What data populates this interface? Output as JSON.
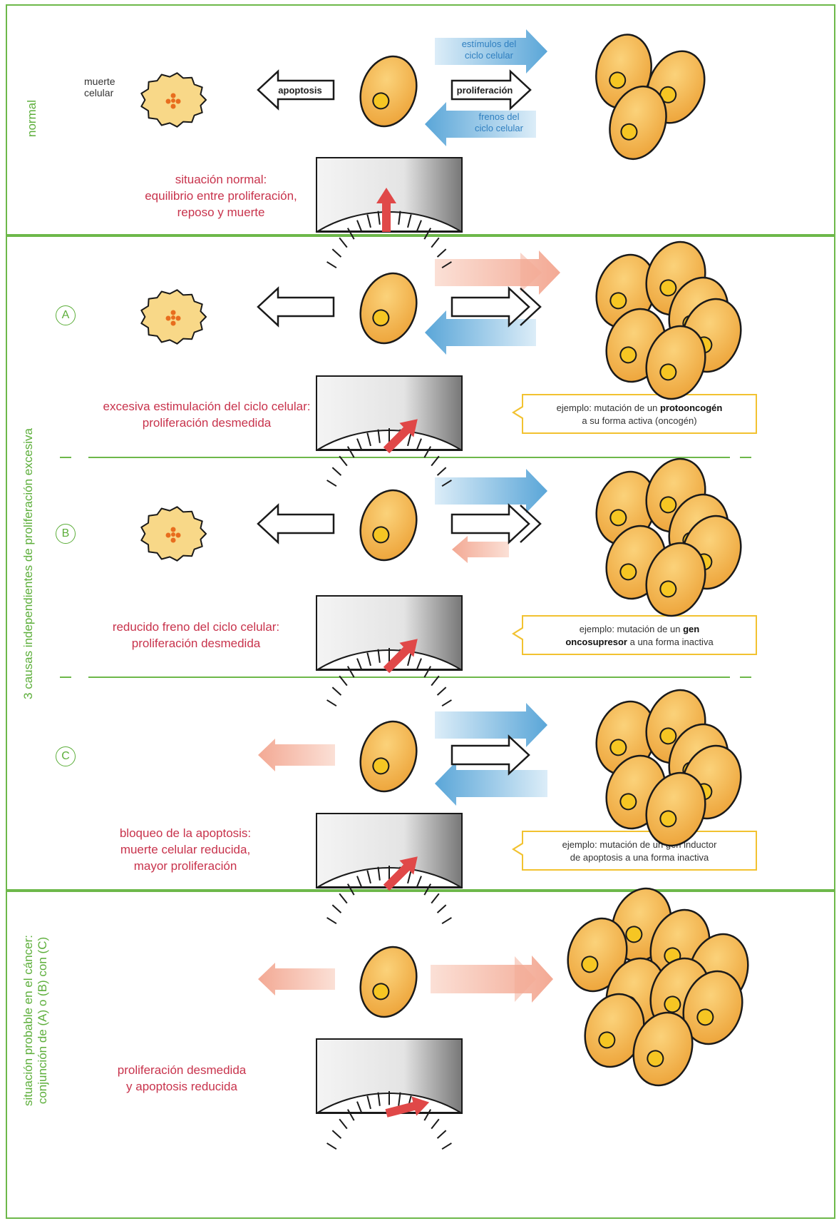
{
  "panels": {
    "normal": {
      "label": "normal"
    },
    "excessive": {
      "label": "3 causas independientes de proliferación excesiva"
    },
    "cancer": {
      "label_line1": "situación probable en el cáncer:",
      "label_line2": "conjunción de (A) o (B) con (C)"
    }
  },
  "labels": {
    "cell_death": "muerte celular",
    "apoptosis": "apoptosis",
    "proliferation": "proliferación",
    "stimuli_line1": "estímulos del",
    "stimuli_line2": "ciclo celular",
    "brakes_line1": "frenos del",
    "brakes_line2": "ciclo celular"
  },
  "sub_labels": {
    "a": "A",
    "b": "B",
    "c": "C"
  },
  "captions": {
    "normal": [
      "situación normal:",
      "equilibrio entre proliferación,",
      "reposo y muerte"
    ],
    "a": [
      "excesiva estimulación del ciclo celular:",
      "proliferación desmedida"
    ],
    "b": [
      "reducido freno del ciclo celular:",
      "proliferación desmedida"
    ],
    "c": [
      "bloqueo de la apoptosis:",
      "muerte celular reducida,",
      "mayor proliferación"
    ],
    "cancer": [
      "proliferación desmedida",
      "y apoptosis reducida"
    ]
  },
  "callouts": {
    "a": {
      "pre": "ejemplo: mutación de un ",
      "bold": "protooncogén",
      "post": "a su forma activa (oncogén)"
    },
    "b": {
      "pre": "ejemplo: mutación de un ",
      "bold": "gen",
      "bold2": "oncosupresor",
      "post": " a una forma inactiva"
    },
    "c": {
      "line1": "ejemplo: mutación de un gen inductor",
      "line2": "de apoptosis a una forma inactiva"
    }
  },
  "gauges": {
    "normal": {
      "level": 0.5
    },
    "a": {
      "level": 0.75
    },
    "b": {
      "level": 0.75
    },
    "c": {
      "level": 0.75
    },
    "cancer": {
      "level": 0.92
    }
  },
  "colors": {
    "panel_border": "#6db84a",
    "label_green": "#5cae3a",
    "caption_red": "#c8334c",
    "cell_fill": "#f4b84a",
    "nucleus": "#f6c623",
    "blue_arrow": "#6db0dc",
    "pink_arrow": "#f4b7a8",
    "gauge_needle": "#e04848",
    "callout_border": "#f2c230"
  }
}
